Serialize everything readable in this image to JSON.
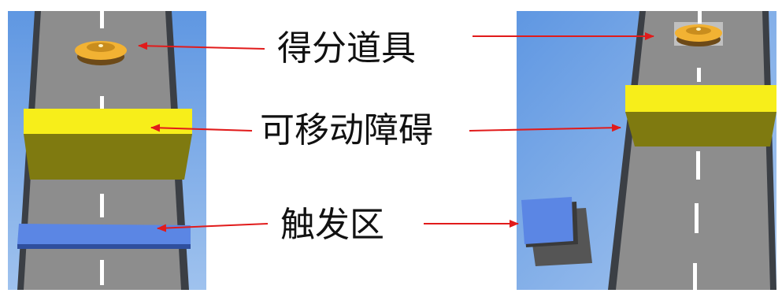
{
  "labels": {
    "score_item": "得分道具",
    "movable_obstacle": "可移动障碍",
    "trigger_zone": "触发区"
  },
  "colors": {
    "sky": "#6f9fe0",
    "road": "#8d8d8d",
    "road_edge": "#3b3f45",
    "lane_marking": "#ffffff",
    "obstacle_top": "#f7ee1a",
    "obstacle_side": "#7f7a10",
    "trigger_zone": "#5b86e4",
    "score_item": "#f2b233",
    "arrow": "#e11b1b"
  }
}
